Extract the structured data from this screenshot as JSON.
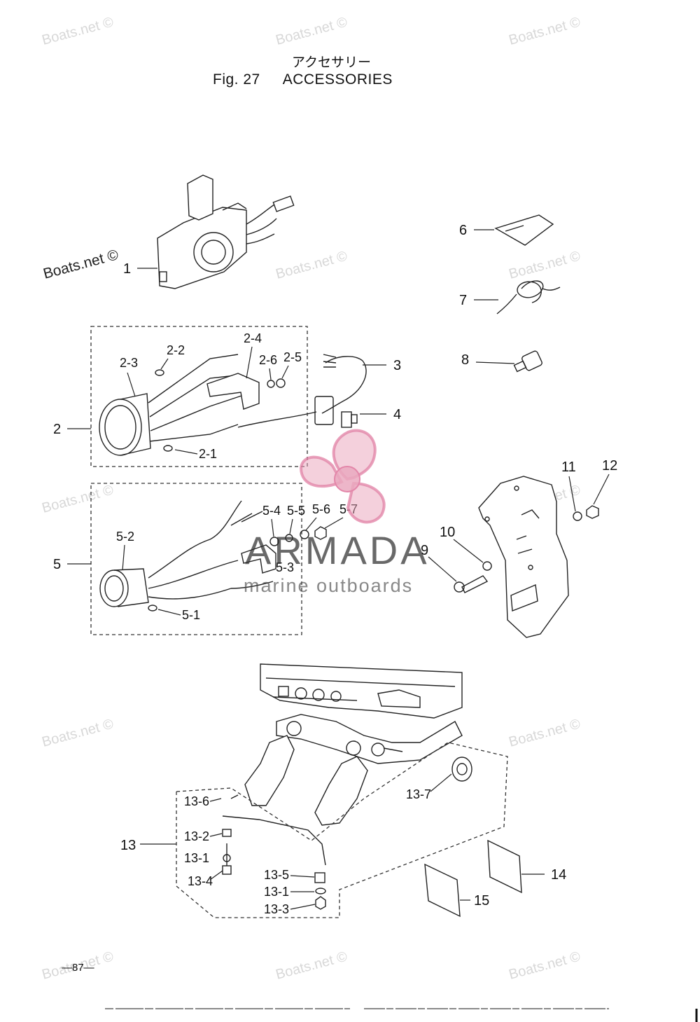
{
  "header": {
    "title_jp": "アクセサリー",
    "fig_label": "Fig. 27",
    "fig_title": "ACCESSORIES"
  },
  "watermark": {
    "text": "Boats.net ©",
    "brand_name": "ARMADA",
    "brand_tagline": "marine outboards"
  },
  "labels": {
    "p1": "1",
    "p2": "2",
    "p2_1": "2-1",
    "p2_2": "2-2",
    "p2_3": "2-3",
    "p2_4": "2-4",
    "p2_5": "2-5",
    "p2_6": "2-6",
    "p3": "3",
    "p4": "4",
    "p5": "5",
    "p5_1": "5-1",
    "p5_2": "5-2",
    "p5_3": "5-3",
    "p5_4": "5-4",
    "p5_5": "5-5",
    "p5_6": "5-6",
    "p5_7": "5-7",
    "p6": "6",
    "p7": "7",
    "p8": "8",
    "p9": "9",
    "p10": "10",
    "p11": "11",
    "p12": "12",
    "p13": "13",
    "p13_1a": "13-1",
    "p13_1b": "13-1",
    "p13_2": "13-2",
    "p13_3": "13-3",
    "p13_4": "13-4",
    "p13_5": "13-5",
    "p13_6": "13-6",
    "p13_7": "13-7",
    "p14": "14",
    "p15": "15"
  },
  "footer": {
    "page_number": "—87—"
  },
  "colors": {
    "brand_pink": "#e8a0b8",
    "brand_pink_dark": "#e07aa0",
    "ink": "#222222"
  }
}
